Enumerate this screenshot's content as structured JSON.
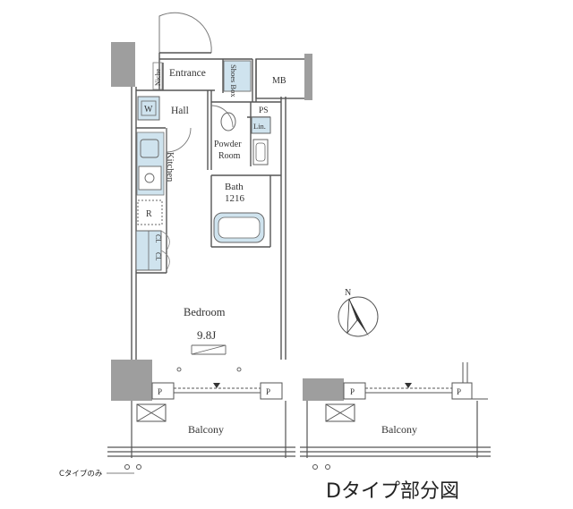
{
  "rooms": {
    "niche": "Niche",
    "entrance": "Entrance",
    "shoes_box": "Shoes Box",
    "mb": "MB",
    "w": "W",
    "hall": "Hall",
    "ps": "PS",
    "lin": "Lin.",
    "powder_room_line1": "Powder",
    "powder_room_line2": "Room",
    "kitchen": "Kitchen",
    "bath_line1": "Bath",
    "bath_line2": "1216",
    "r": "R",
    "cl_1": "Cl.",
    "cl_2": "Cl.",
    "bedroom": "Bedroom",
    "bedroom_size": "9.8J",
    "p_left": "P",
    "p_right": "P",
    "p_right2_left": "P",
    "p_right2_right": "P",
    "balcony_left": "Balcony",
    "balcony_right": "Balcony"
  },
  "compass": {
    "north": "N"
  },
  "notes": {
    "c_type_only": "Cタイプのみ"
  },
  "caption": "Dタイプ部分図",
  "colors": {
    "wall": "#9e9e9e",
    "fixture_blue": "#cfe3ee",
    "line": "#555555"
  }
}
